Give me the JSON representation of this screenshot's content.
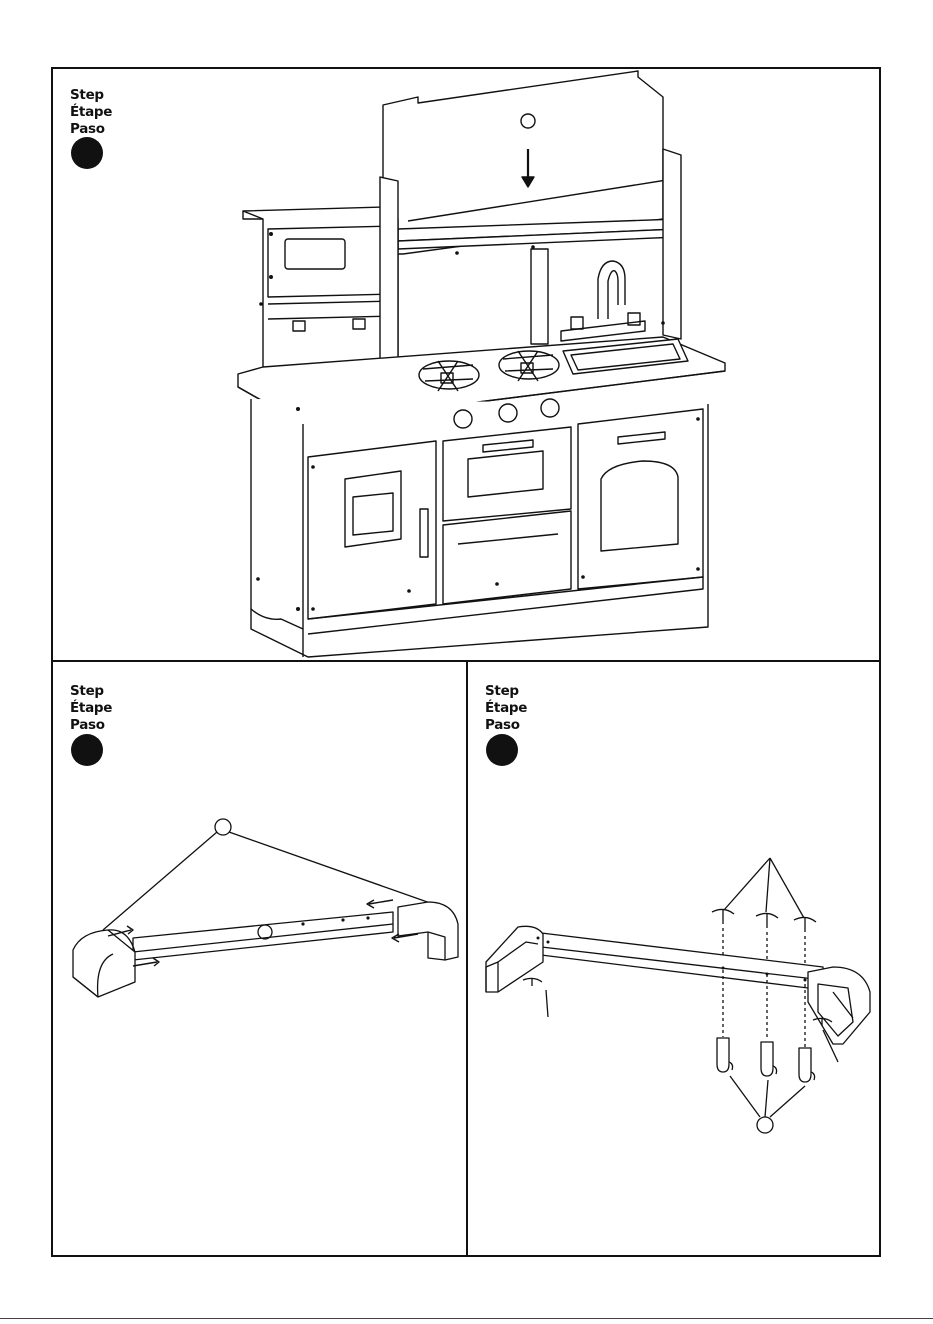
{
  "steps": [
    {
      "lines": [
        "Step",
        "Étape",
        "Paso"
      ]
    },
    {
      "lines": [
        "Step",
        "Étape",
        "Paso"
      ]
    },
    {
      "lines": [
        "Step",
        "Étape",
        "Paso"
      ]
    }
  ],
  "icons": {
    "step_badge": "filled-circle",
    "direction": "arrow-icon",
    "part_callout": "open-circle"
  },
  "colors": {
    "ink": "#111111",
    "paper": "#ffffff"
  }
}
